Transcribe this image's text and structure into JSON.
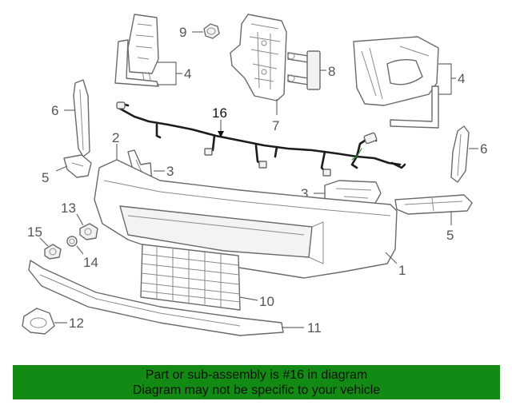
{
  "callouts": {
    "c1": "1",
    "c2": "2",
    "c3a": "3",
    "c3b": "3",
    "c4a": "4",
    "c4b": "4",
    "c5a": "5",
    "c5b": "5",
    "c6a": "6",
    "c6b": "6",
    "c7": "7",
    "c8": "8",
    "c9": "9",
    "c10": "10",
    "c11": "11",
    "c12": "12",
    "c13": "13",
    "c14": "14",
    "c15": "15",
    "c16": "16"
  },
  "banner": {
    "line1": "Part or sub-assembly is #16 in diagram",
    "line2": "Diagram may not be specific to your vehicle"
  },
  "colors": {
    "banner_background": "#138a13",
    "highlight_wire": "#2f8f2f"
  }
}
